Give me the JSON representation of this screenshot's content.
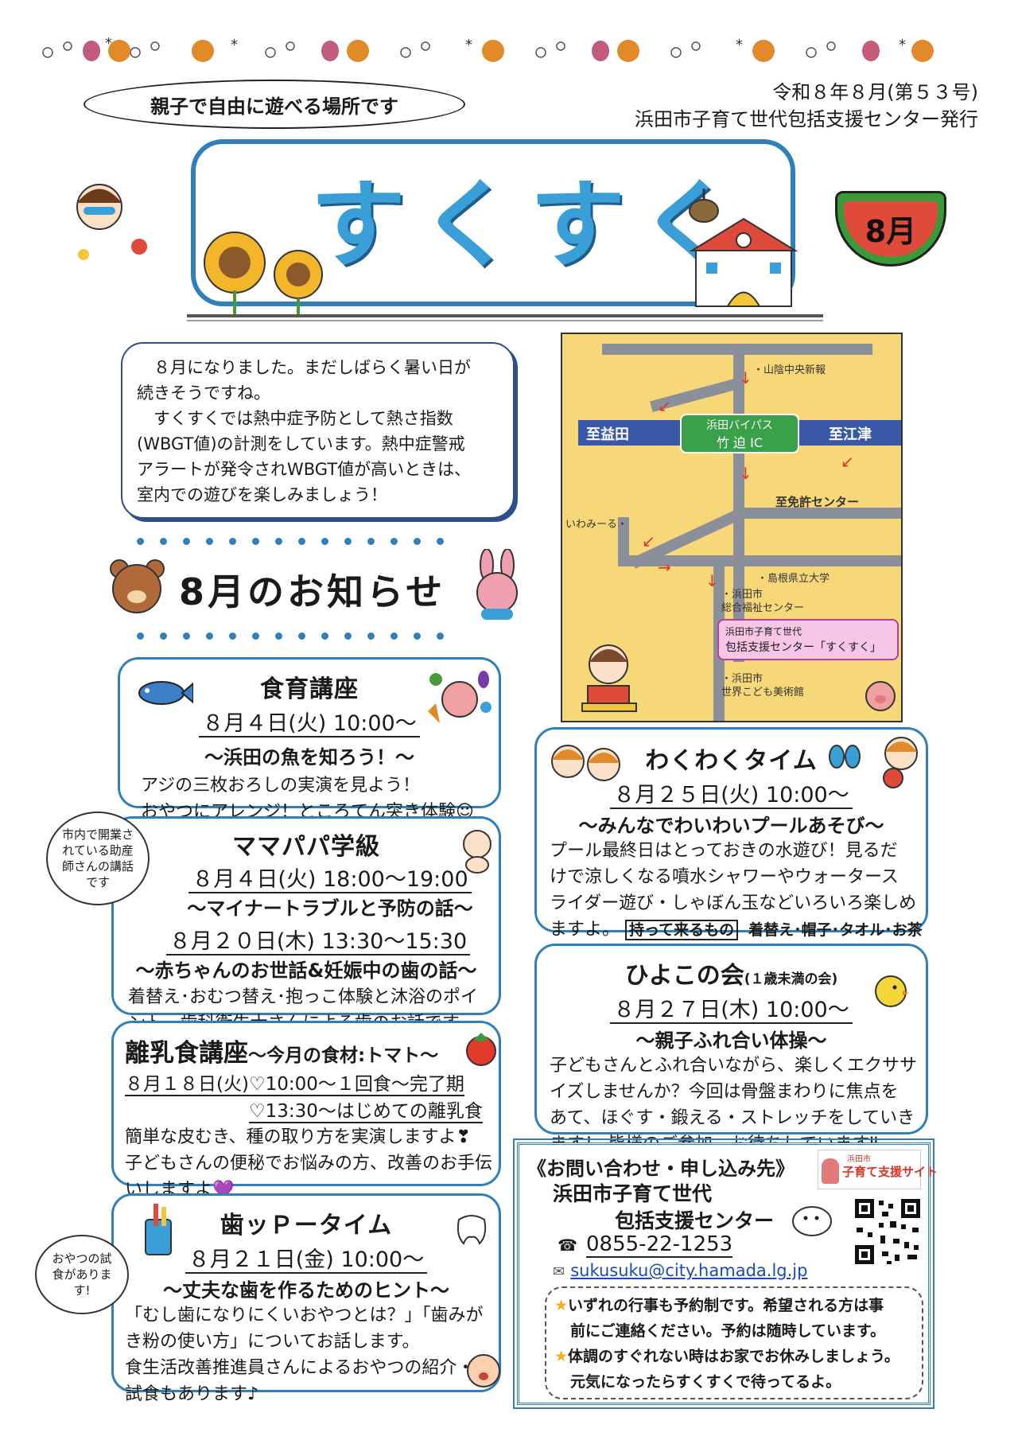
{
  "header": {
    "issue": "令和８年８月(第５３号)",
    "publisher": "浜田市子育て世代包括支援センター発行",
    "tagline": "親子で自由に遊べる場所です",
    "title": "すくすく",
    "month_badge": "8月"
  },
  "intro": {
    "lines": [
      "　８月になりました。まだしばらく暑い日が",
      "続きそうですね。",
      "　すくすくでは熱中症予防として熱さ指数",
      "(WBGT値)の計測をしています。熱中症警戒",
      "アラートが発令されWBGT値が高いときは、",
      "室内での遊びを楽しみましょう！"
    ]
  },
  "notice_heading": "8月のお知らせ",
  "map": {
    "labels": {
      "sanin": "・山陰中央新報",
      "masuda": "至益田",
      "gotsu": "至江津",
      "ic_line1": "浜田バイパス",
      "ic_line2": "竹 迫 IC",
      "menkyo": "至免許センター",
      "iwami": "いわみーる・",
      "univ": "・島根県立大学",
      "welfare_line1": "・浜田市",
      "welfare_line2": "総合福祉センター",
      "center_line1": "浜田市子育て世代",
      "center_line2": "包括支援センター「すくすく」",
      "museum_line1": "・浜田市",
      "museum_line2": "世界こども美術館"
    }
  },
  "events": {
    "shokuiku": {
      "title": "食育講座",
      "date": "８月４日(火) 10:00～",
      "subtitle": "～浜田の魚を知ろう！～",
      "lines": [
        "アジの三枚おろしの実演を見よう！",
        "おやつにアレンジ！ところてん突き体験☺"
      ]
    },
    "mamapapa": {
      "bubble": "市内で開業されている助産師さんの講話です",
      "title": "ママパパ学級",
      "date1": "８月４日(火) 18:00～19:00",
      "sub1": "～マイナートラブルと予防の話～",
      "date2": "８月２０日(木) 13:30～15:30",
      "sub2": "～赤ちゃんのお世話&妊娠中の歯の話～",
      "lines": [
        "着替え･おむつ替え･抱っこ体験と沐浴のポイ",
        "ント、歯科衛生士さんによる歯のお話です。"
      ]
    },
    "rinyu": {
      "title": "離乳食講座",
      "title_suffix": "～今月の食材:トマト～",
      "date1": "８月１８日(火)♡10:00～１回食～完了期",
      "date2": "♡13:30～はじめての離乳食",
      "lines": [
        "簡単な皮むき、種の取り方を実演しますよ❣",
        "子どもさんの便秘でお悩みの方、改善のお手伝",
        "いしますよ💜"
      ]
    },
    "hap": {
      "bubble": "おやつの試食があります!",
      "title": "歯ッＰータイム",
      "date": "８月２１日(金) 10:00～",
      "subtitle": "～丈夫な歯を作るためのヒント～",
      "lines": [
        "「むし歯になりにくいおやつとは？」「歯みが",
        "き粉の使い方」についてお話します。",
        "食生活改善推進員さんによるおやつの紹介・",
        "試食もあります♪"
      ]
    },
    "wakuwaku": {
      "title": "わくわくタイム",
      "date": "８月２５日(火) 10:00～",
      "subtitle": "～みんなでわいわいプールあそび～",
      "lines": [
        "プール最終日はとっておきの水遊び！見るだ",
        "けで涼しくなる噴水シャワーやウォータース",
        "ライダー遊び・しゃぼん玉などいろいろ楽しめ"
      ],
      "last_prefix": "ますよ。",
      "bring_label": "持って来るもの",
      "bring_items": "着替え･帽子･タオル･お茶"
    },
    "hiyoko": {
      "title": "ひよこの会",
      "title_suffix": "(１歳未満の会)",
      "date": "８月２７日(木) 10:00～",
      "subtitle": "～親子ふれ合い体操～",
      "lines": [
        "子どもさんとふれ合いながら、楽しくエクササ",
        "イズしませんか？今回は骨盤まわりに焦点を",
        "あて、ほぐす・鍛える・ストレッチをしていき",
        "ます！ 皆様のご参加、お待ちしています‼"
      ]
    }
  },
  "contact": {
    "heading": "《お問い合わせ・申し込み先》",
    "org_line1": "浜田市子育て世代",
    "org_line2": "包括支援センター",
    "site_badge": "子育て支援サイト",
    "site_badge_small": "浜田市",
    "phone_icon": "☎",
    "phone": "0855-22-1253",
    "mail_icon": "✉",
    "email": "sukusuku@city.hamada.lg.jp",
    "notes": [
      "いずれの行事も予約制です。希望される方は事",
      "前にご連絡ください。予約は随時しています。",
      "体調のすぐれない時はお家でお休みしましょう。",
      "元気になったらすくすくで待ってるよ。"
    ],
    "star": "★"
  },
  "colors": {
    "accent_blue": "#2f7fb8",
    "title_blue": "#3a9fd6",
    "road_gray": "#8a8f9a",
    "map_bg": "#f7d878",
    "arrow_red": "#d9342b"
  }
}
